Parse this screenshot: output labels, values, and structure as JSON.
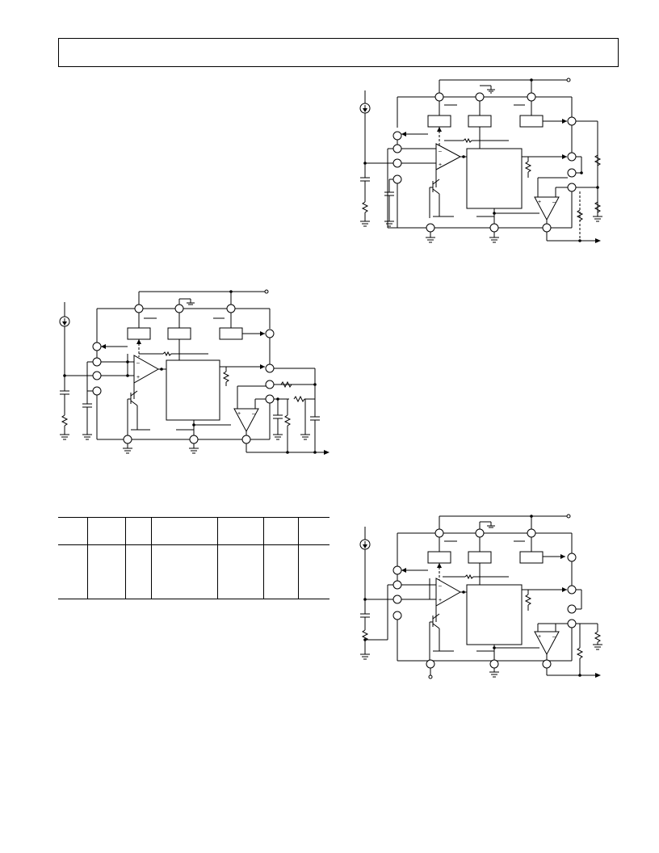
{
  "page": {
    "header_text": "",
    "figures": [
      {
        "id": "fig-a",
        "caption": ""
      },
      {
        "id": "fig-b",
        "caption": ""
      },
      {
        "id": "fig-c",
        "caption": ""
      }
    ],
    "table": {
      "columns": [
        "",
        "",
        "",
        "",
        "",
        "",
        ""
      ],
      "rows": []
    }
  },
  "colors": {
    "ink": "#000000",
    "paper": "#ffffff"
  }
}
